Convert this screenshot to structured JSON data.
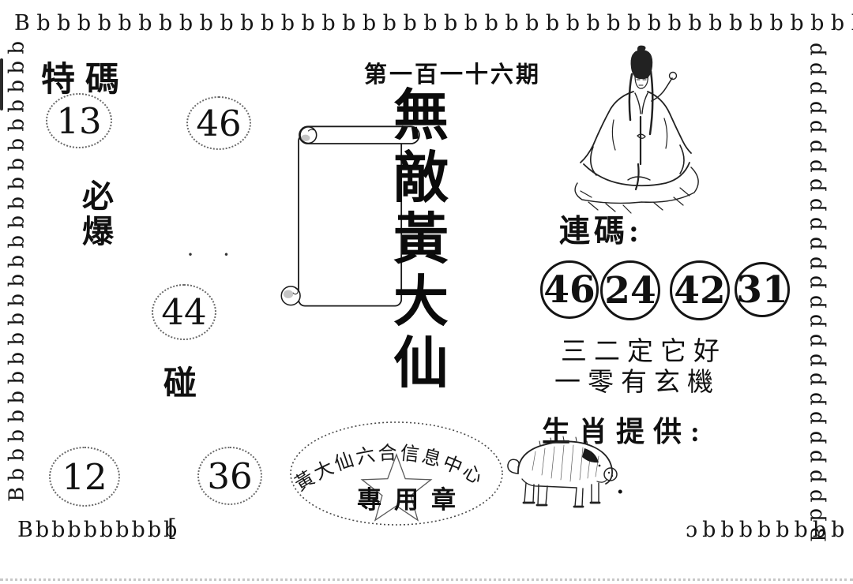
{
  "colors": {
    "ink": "#141414",
    "paper": "#ffffff"
  },
  "borders": {
    "top": "Bbbbbbbbbbbbbbbbbbbbbbbbbbbbbbbbbbbbbbbbbbbbbb",
    "left": "bbbbbbbbbbbbbbbbbbbbbbbB",
    "right": "bbbbbbbbbbbbbbbbbbbbbbbbbB",
    "bottom_left": "Bbbbbbbbbb",
    "bottom_left_mark": "[",
    "bottom_right": "ɔbbbbbbbb"
  },
  "scroll": {
    "issue": "第一百一十六期",
    "title": "無敵黃大仙"
  },
  "special": {
    "label": "特碼",
    "burst": "必爆",
    "bump": "碰",
    "dots": "· ·",
    "numbers": {
      "n13": "13",
      "n46": "46",
      "n44": "44",
      "n12": "12",
      "n36": "36"
    }
  },
  "linked": {
    "label": "連碼:",
    "numbers": {
      "a": "46",
      "b": "24",
      "c": "42",
      "d": "31"
    },
    "hint1": "三二定它好",
    "hint2": "一零有玄機"
  },
  "zodiac": {
    "label": "生肖提供:",
    "mark": "."
  },
  "seal": {
    "arc_text": "黃大仙六合信息中心",
    "stamp_text": "專用章"
  },
  "icons": {
    "deity": "seated-immortal-icon",
    "animal": "pig-icon",
    "seal_star": "star-icon",
    "scroll": "scroll-icon"
  }
}
